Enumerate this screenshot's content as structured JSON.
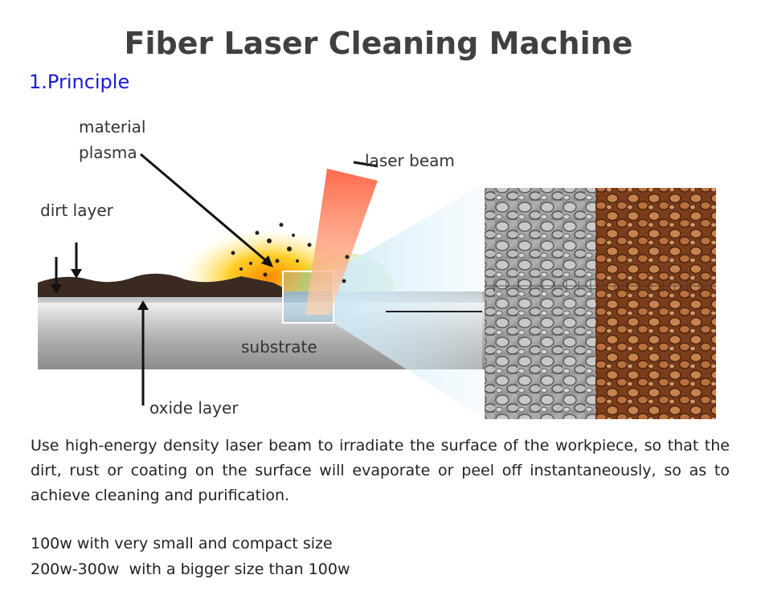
{
  "title": "Fiber Laser Cleaning Machine",
  "section_heading": "1.Principle",
  "diagram": {
    "labels": {
      "material_plasma_line1": "material",
      "material_plasma_line2": "plasma",
      "laser_beam": "laser beam",
      "dirt_layer": "dirt layer",
      "substrate": "substrate",
      "oxide_layer": "oxide layer"
    }
  },
  "description": "Use high-energy density laser beam to irradiate the surface of the workpiece, so that the dirt, rust or coating on the surface will evaporate or peel off instantaneously, so as to achieve cleaning and purification.",
  "specs": [
    "100w with very small and compact size",
    "200w-300w  with a bigger size than 100w"
  ]
}
